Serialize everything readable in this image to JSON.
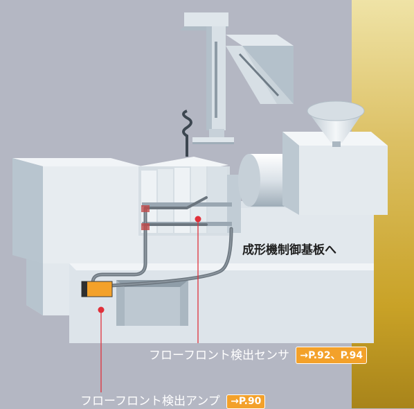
{
  "labels": {
    "board": "成形機制御基板へ",
    "sensor": "フローフロント検出センサ",
    "sensor_ref": "→P.92、P.94",
    "amp": "フローフロント検出アンプ",
    "amp_ref": "→P.90"
  },
  "colors": {
    "background": "#b4b7c3",
    "gold_panel": "#c9a227",
    "machine_light": "#eef2f5",
    "machine_mid": "#cfd8df",
    "machine_dark": "#a9b6c0",
    "amp_box": "#f3a12a",
    "callout_line": "#e0303a",
    "reference_tag": "#f3a12a"
  }
}
